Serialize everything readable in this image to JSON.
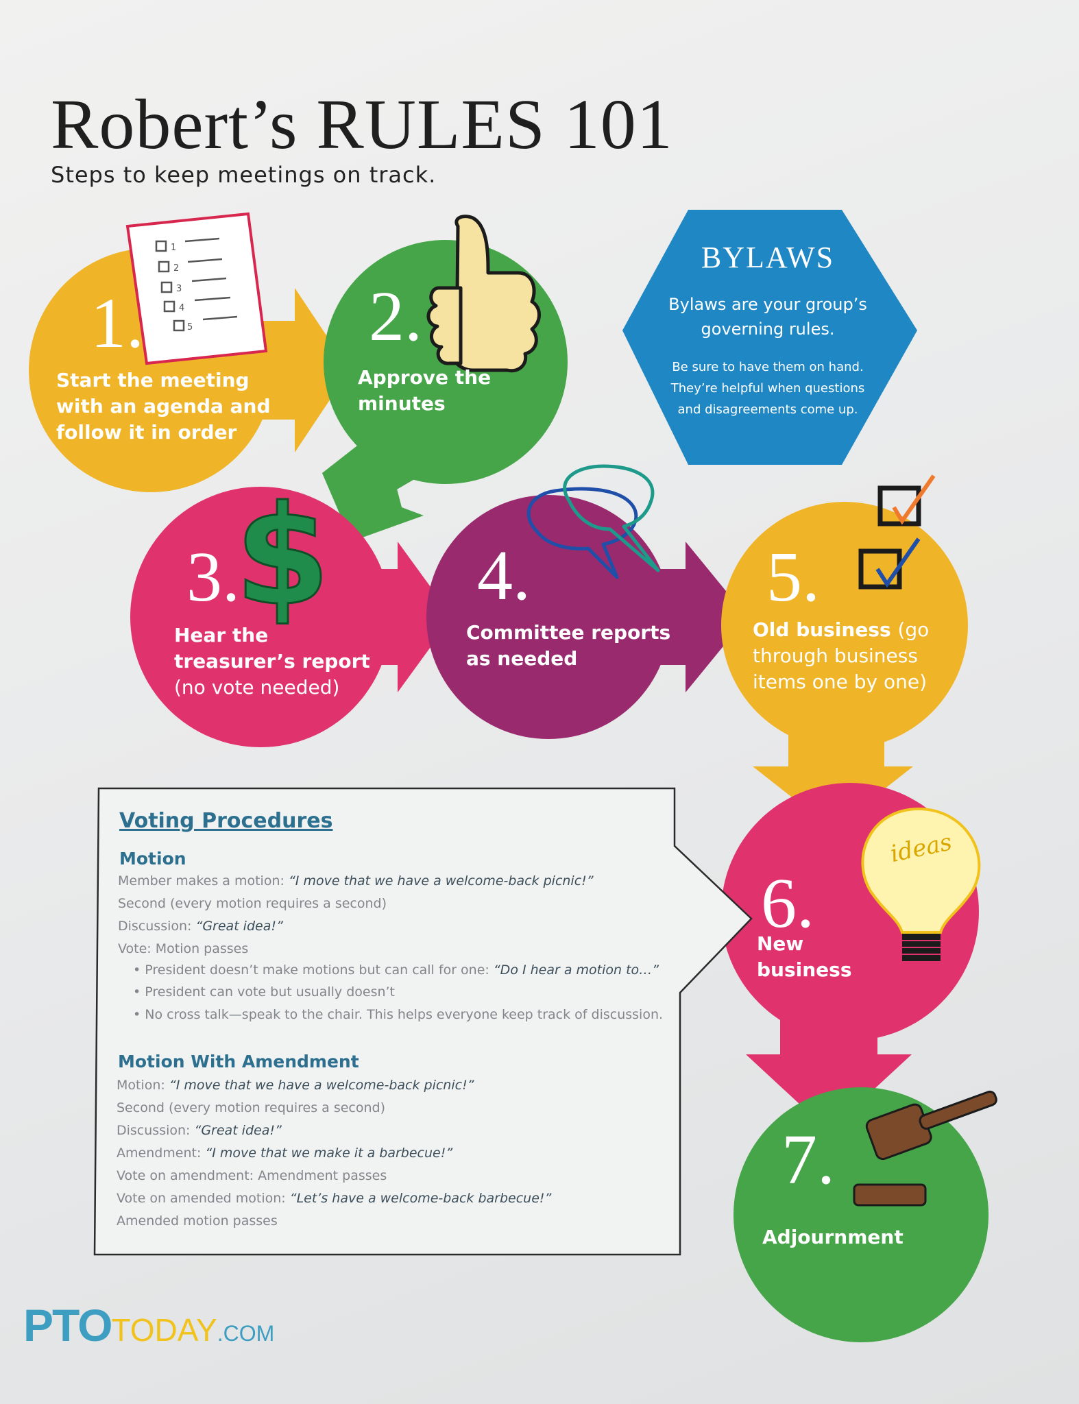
{
  "header": {
    "title": "Robert’s RULES 101",
    "subtitle": "Steps to keep meetings on track."
  },
  "steps": [
    {
      "number": "1.",
      "text": "Start the meeting with an agenda and follow it in order",
      "color": "#f0b428",
      "icon": "checklist-icon"
    },
    {
      "number": "2.",
      "text": "Approve the minutes",
      "color": "#46a548",
      "icon": "thumbs-up-icon"
    },
    {
      "number": "3.",
      "text_bold": "Hear the treasurer’s report",
      "text_light": "(no vote needed)",
      "color": "#e0336e",
      "icon": "dollar-sign-icon"
    },
    {
      "number": "4.",
      "text": "Committee reports as needed",
      "color": "#9a2a6e",
      "icon": "speech-bubbles-icon"
    },
    {
      "number": "5.",
      "text_bold": "Old business",
      "text_light": "(go through business items one by one)",
      "color": "#f0b428",
      "icon": "checkboxes-icon"
    },
    {
      "number": "6.",
      "text": "New business",
      "color": "#e0336e",
      "icon": "lightbulb-icon"
    },
    {
      "number": "7.",
      "text": "Adjournment",
      "color": "#46a548",
      "icon": "gavel-icon"
    }
  ],
  "icon_text": {
    "checklist": [
      "1",
      "2",
      "3",
      "4",
      "5"
    ],
    "lightbulb": "ideas"
  },
  "bylaws": {
    "title": "BYLAWS",
    "lead": "Bylaws are your group’s governing rules.",
    "body": "Be sure to have them on hand. They’re helpful when questions and disagreements come up.",
    "color": "#1f87c4"
  },
  "voting": {
    "title": "Voting Procedures",
    "motion": {
      "heading": "Motion",
      "lines": [
        {
          "label": "Member makes a motion: ",
          "quote": "“I move that we have a welcome-back picnic!”"
        },
        {
          "label": "Second (every motion requires a second)",
          "quote": ""
        },
        {
          "label": "Discussion: ",
          "quote": "“Great idea!”"
        },
        {
          "label": "Vote: Motion passes",
          "quote": ""
        },
        {
          "label": "• President doesn’t make motions but can call for one: ",
          "quote": "“Do I hear a motion to…”"
        },
        {
          "label": "• President can vote but usually doesn’t",
          "quote": ""
        },
        {
          "label": "• No cross talk—speak to the chair. This helps everyone keep track of discussion.",
          "quote": ""
        }
      ]
    },
    "amendment": {
      "heading": "Motion With Amendment",
      "lines": [
        {
          "label": "Motion: ",
          "quote": "“I move that we have a welcome-back picnic!”"
        },
        {
          "label": "Second (every motion requires a second)",
          "quote": ""
        },
        {
          "label": "Discussion: ",
          "quote": "“Great idea!”"
        },
        {
          "label": "Amendment: ",
          "quote": "“I move that we make it a barbecue!”"
        },
        {
          "label": "Vote on amendment: Amendment passes",
          "quote": ""
        },
        {
          "label": "Vote on amended motion: ",
          "quote": "“Let’s have a welcome-back barbecue!”"
        },
        {
          "label": "Amended motion passes",
          "quote": ""
        }
      ]
    }
  },
  "logo": {
    "pto": "PTO",
    "today": "TODAY",
    "com": ".COM"
  }
}
